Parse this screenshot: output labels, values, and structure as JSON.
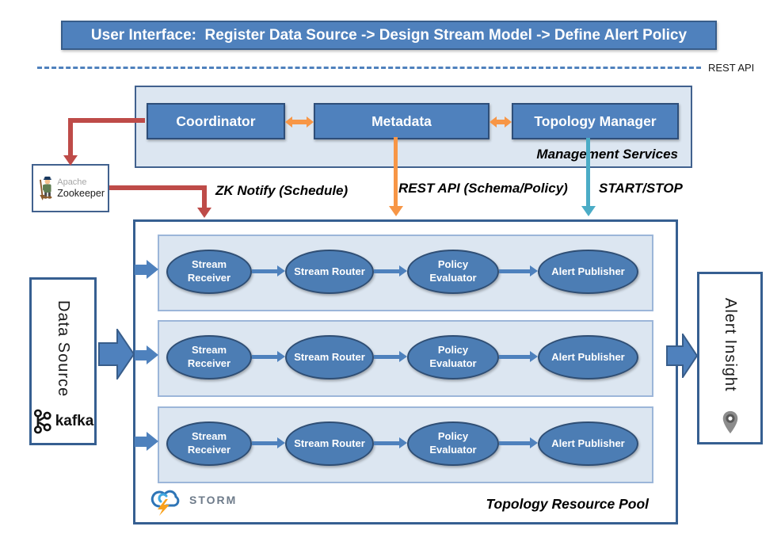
{
  "title": "User Interface:  Register Data Source -> Design Stream Model -> Define Alert Policy",
  "rest_api_line_label": "REST API",
  "management": {
    "coordinator": "Coordinator",
    "metadata": "Metadata",
    "topology_manager": "Topology Manager",
    "caption": "Management Services"
  },
  "zookeeper": {
    "brand": "Apache",
    "name": "Zookeeper"
  },
  "flow_labels": {
    "zk_notify": "ZK Notify (Schedule)",
    "rest_api": "REST API (Schema/Policy)",
    "start_stop": "START/STOP"
  },
  "pool": {
    "caption": "Topology Resource Pool",
    "storm": "STORM",
    "stages": [
      "Stream Receiver",
      "Stream Router",
      "Policy Evaluator",
      "Alert Publisher"
    ]
  },
  "data_source": {
    "label": "Data Source",
    "kafka": "kafka"
  },
  "alert_insight": {
    "label": "Alert Insight"
  },
  "colors": {
    "primary_blue": "#4F81BD",
    "dark_blue_border": "#385D8A",
    "light_panel": "#DCE6F1",
    "red_arrow": "#BE4B48",
    "orange_arrow": "#F79646",
    "teal_arrow": "#4BACC6"
  }
}
